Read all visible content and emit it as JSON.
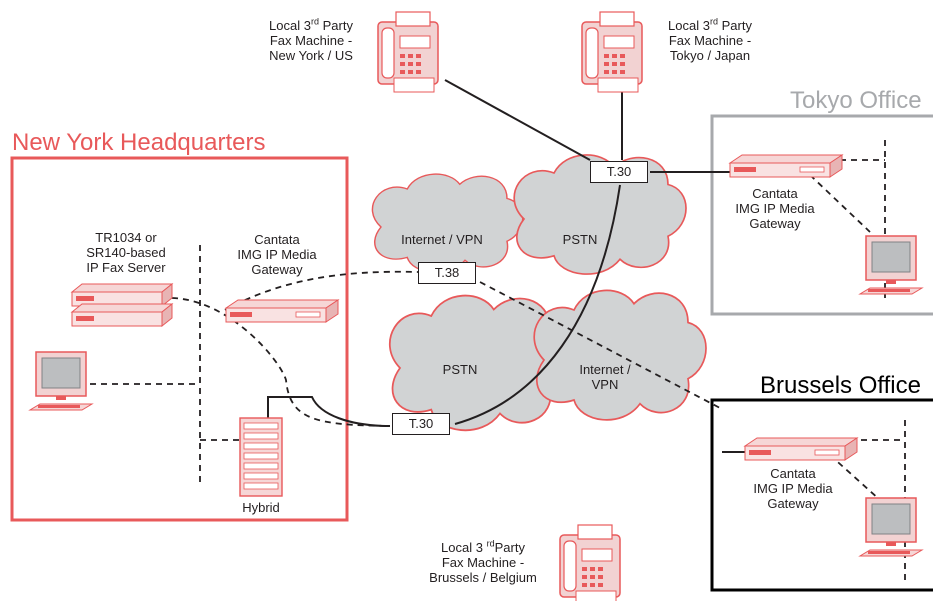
{
  "regions": {
    "new_york": "New York Headquarters",
    "tokyo": "Tokyo Office",
    "brussels": "Brussels Office"
  },
  "fax_ny": {
    "line1_pre": "Local 3",
    "line1_sup": "rd",
    "line1_post": " Party",
    "line2": "Fax Machine -",
    "line3": "New York / US"
  },
  "fax_tokyo": {
    "line1_pre": "Local 3",
    "line1_sup": "rd",
    "line1_post": " Party",
    "line2": "Fax Machine -",
    "line3": "Tokyo / Japan"
  },
  "fax_brussels": {
    "line1_pre": "Local 3 ",
    "line1_sup": "rd",
    "line1_post": "Party",
    "line2": "Fax Machine -",
    "line3": "Brussels / Belgium"
  },
  "fax_server": [
    "TR1034 or",
    "SR140-based",
    "IP Fax Server"
  ],
  "gateway_ny": [
    "Cantata",
    "IMG IP Media",
    "Gateway"
  ],
  "gateway_tokyo": [
    "Cantata",
    "IMG IP Media",
    "Gateway"
  ],
  "gateway_brussels": [
    "Cantata",
    "IMG IP Media",
    "Gateway"
  ],
  "hybrid": "Hybrid",
  "clouds": {
    "internet_top": "Internet / VPN",
    "pstn_top": "PSTN",
    "pstn_bottom": "PSTN",
    "internet_bottom_1": "Internet /",
    "internet_bottom_2": "VPN"
  },
  "protocols": {
    "t30_top": "T.30",
    "t38": "T.38",
    "t30_bottom": "T.30"
  },
  "colors": {
    "ny": "#e8595a",
    "tokyo": "#a7a9ac",
    "brussels": "#000000",
    "cloud_fill": "#d1d3d4",
    "device_red": "#e8595a"
  }
}
